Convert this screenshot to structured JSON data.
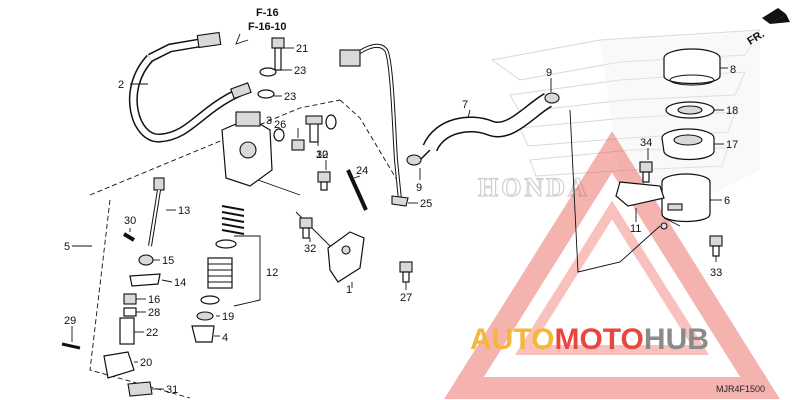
{
  "diagram": {
    "callouts": [
      "1",
      "2",
      "3",
      "4",
      "5",
      "6",
      "7",
      "8",
      "9",
      "9",
      "10",
      "11",
      "12",
      "13",
      "14",
      "15",
      "16",
      "17",
      "18",
      "19",
      "20",
      "21",
      "22",
      "23",
      "23",
      "24",
      "25",
      "26",
      "27",
      "28",
      "29",
      "30",
      "31",
      "32",
      "32",
      "33",
      "34"
    ],
    "references": [
      "F-16",
      "F-16-10"
    ],
    "direction_label": "FR.",
    "diagram_code": "MJR4F1500",
    "watermark_word": "HONDA",
    "logo": {
      "part1": "AUTO",
      "part2": "MOTO",
      "part3": "HUB"
    },
    "colors": {
      "auto": "#f5b73a",
      "moto": "#e8473f",
      "hub": "#8a8a8a",
      "triangle": "#e8473f",
      "wing": "#c8c8c8"
    }
  }
}
